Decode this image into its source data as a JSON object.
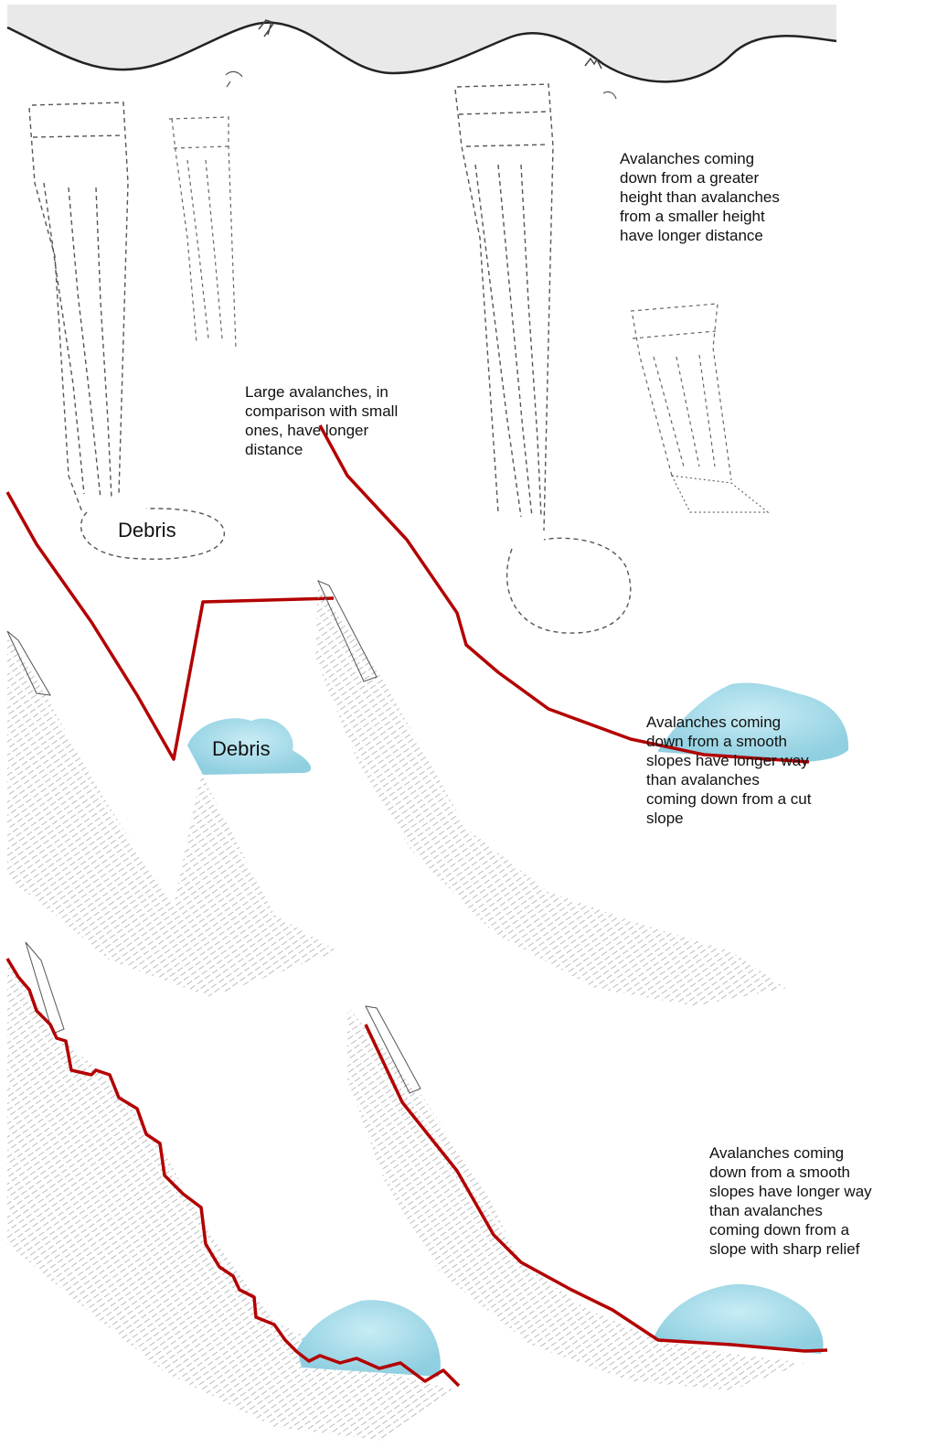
{
  "captions": {
    "height": "Avalanches coming\ndown from a greater\nheight than avalanches\nfrom a smaller height\nhave longer distance",
    "size": "Large avalanches, in\ncomparison with small\nones, have longer\ndistance",
    "cut_slope": "Avalanches coming\ndown from a smooth\nslopes have longer way\nthan avalanches\ncoming down from a cut\nslope",
    "sharp_relief": "Avalanches coming\ndown from a smooth\nslopes have longer way\nthan avalanches\ncoming down from a\nslope with sharp relief"
  },
  "labels": {
    "debris_top": "Debris",
    "debris_middle": "Debris"
  },
  "colors": {
    "path_line": "#b30000",
    "debris_fill": "#9fd6e6",
    "slope_texture": "#bdbdbd",
    "ridge": "#222222",
    "sky": "#e6e6e6"
  }
}
